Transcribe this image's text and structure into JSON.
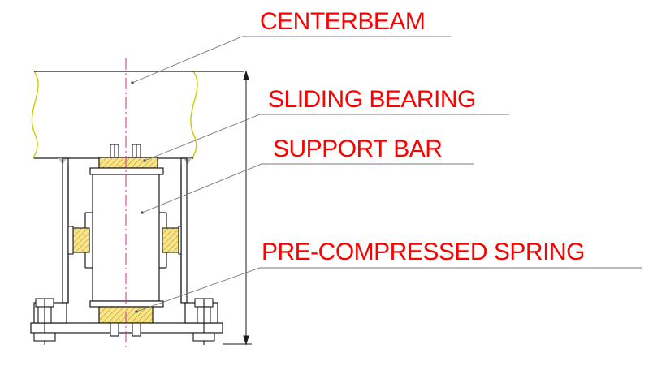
{
  "labels": {
    "centerbeam": "CENTERBEAM",
    "sliding_bearing": "SLIDING BEARING",
    "support_bar": "SUPPORT BAR",
    "pre_compressed_spring": "PRE-COMPRESSED SPRING"
  },
  "colors": {
    "label_text": "#ff0000",
    "outline": "#1a1a1a",
    "centerline": "#cc2d86",
    "leader": "#777777",
    "beam_edge": "#cccc00",
    "hatch_fill": "#f6e58d",
    "hatch_line": "#c89400",
    "weld": "#b8b8b8"
  }
}
